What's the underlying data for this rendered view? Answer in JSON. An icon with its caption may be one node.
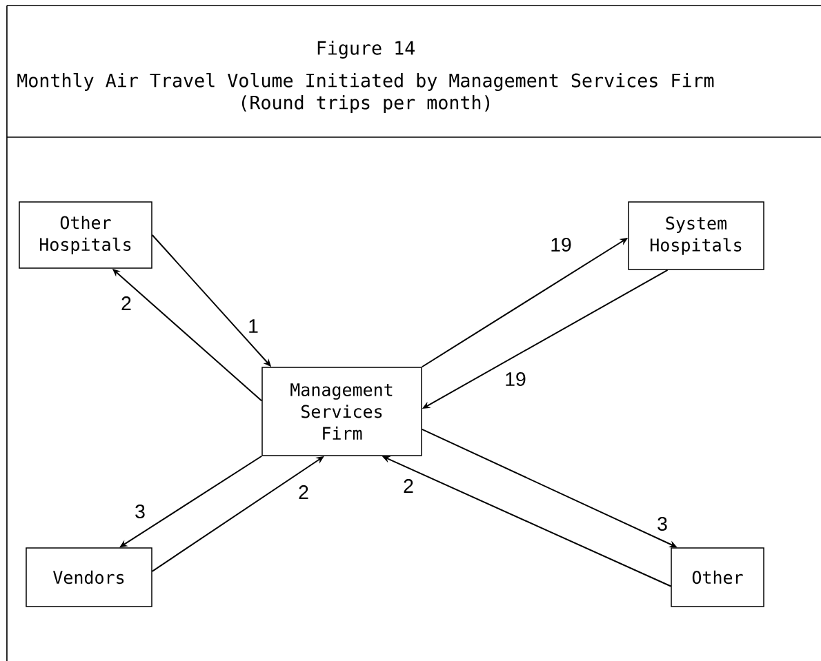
{
  "diagram": {
    "title": "Monthly Air Travel Volume Initiated by Management Services Firm",
    "nodes": [
      {
        "text": [
          "Other Hospitals"
        ]
      },
      {
        "text": [
          "System Hospitals"
        ]
      },
      {
        "text": [
          "Management Services Firm"
        ]
      },
      {
        "text": [
          "Vendors"
        ]
      },
      {
        "text": [
          "Other"
        ]
      }
    ],
    "edges": [
      {
        "from": 0,
        "to": 2,
        "arrow": "to",
        "label": "1"
      },
      {
        "from": 2,
        "to": 0,
        "arrow": "to",
        "label": "2"
      },
      {
        "from": 2,
        "to": 1,
        "arrow": "to",
        "label": "19"
      },
      {
        "from": 1,
        "to": 2,
        "arrow": "to",
        "label": "19"
      },
      {
        "from": 2,
        "to": 3,
        "arrow": "to",
        "label": "3"
      },
      {
        "from": 3,
        "to": 2,
        "arrow": "to",
        "label": "2"
      },
      {
        "from": 4,
        "to": 2,
        "arrow": "to",
        "label": "2"
      },
      {
        "from": 2,
        "to": 4,
        "arrow": "to",
        "label": "3"
      }
    ],
    "labels": [
      "Figure 14",
      "(Round trips per month)"
    ]
  }
}
